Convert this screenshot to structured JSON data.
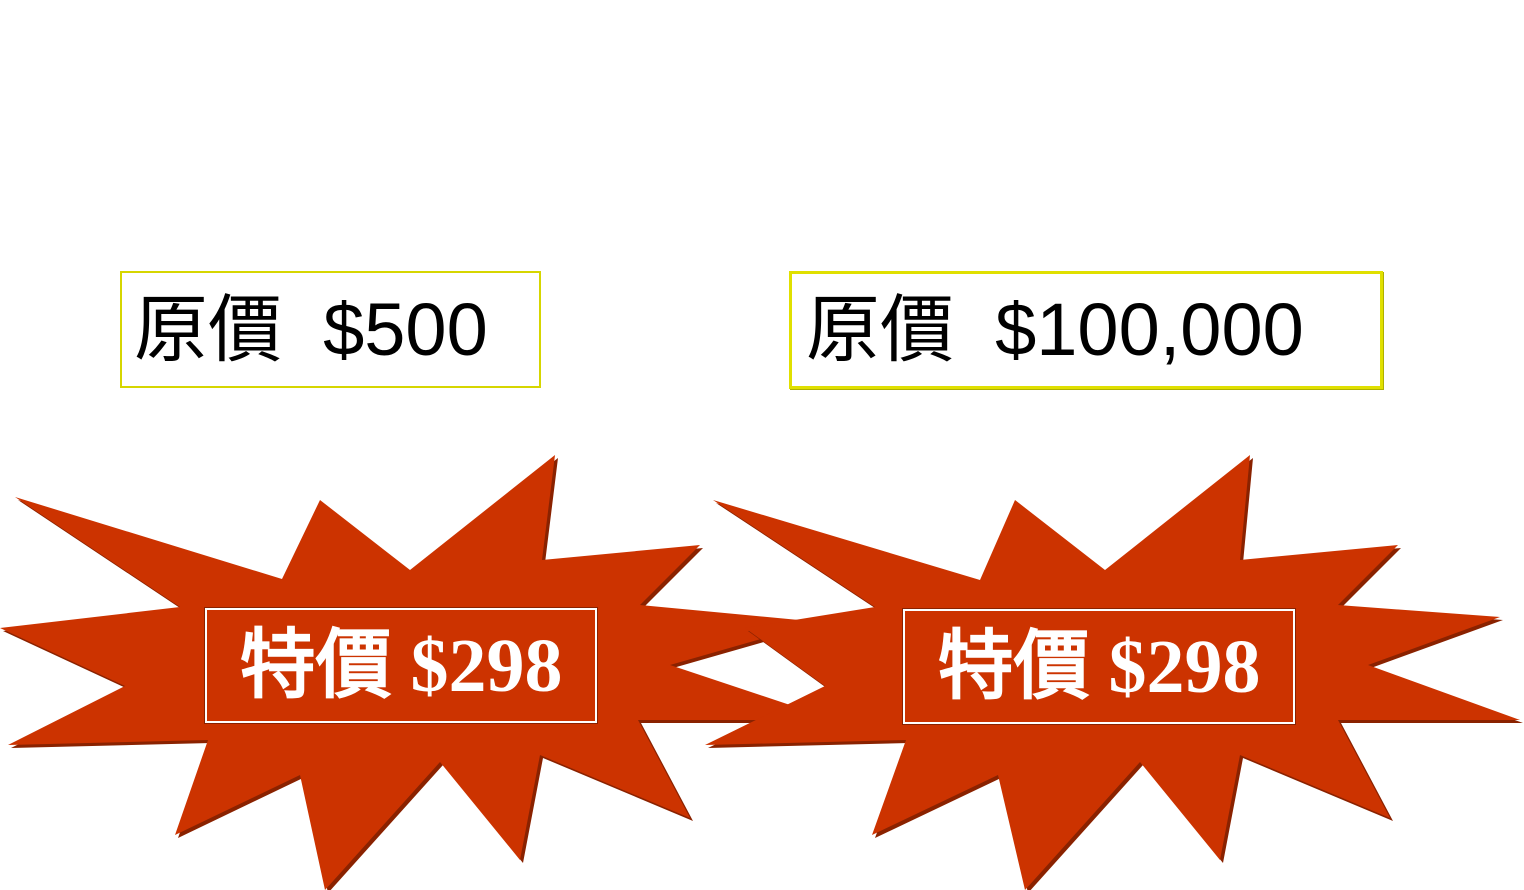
{
  "colors": {
    "burst_fill": "#cc3300",
    "burst_edge": "#8a2200",
    "box1_border": "#d6d600",
    "box2_border": "#e0e000",
    "sale_text": "#ffffff"
  },
  "offers": [
    {
      "original_label": "原價  $500",
      "sale_label": "特價 $298"
    },
    {
      "original_label": "原價  $100,000",
      "sale_label": "特價 $298"
    }
  ]
}
